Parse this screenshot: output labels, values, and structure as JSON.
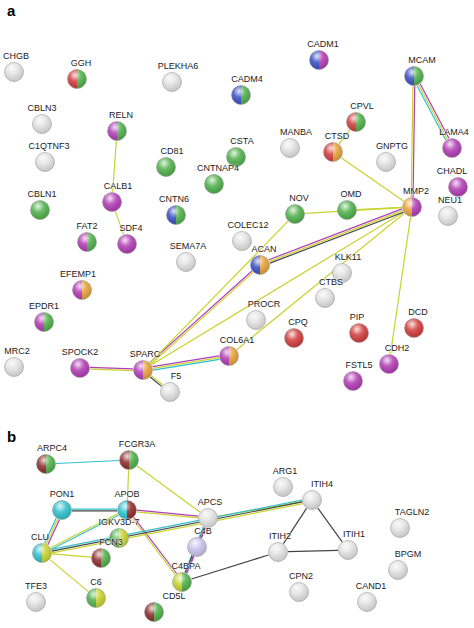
{
  "diagram": {
    "nodes": [
      {
        "text": [
          "CHGB"
        ]
      },
      {
        "text": [
          "GGH"
        ]
      },
      {
        "text": [
          "PLEKHA6"
        ]
      },
      {
        "text": [
          "CADM4"
        ]
      },
      {
        "text": [
          "CADM1"
        ]
      },
      {
        "text": [
          "MCAM"
        ]
      },
      {
        "text": [
          "CBLN3"
        ]
      },
      {
        "text": [
          "C1QTNF3"
        ]
      },
      {
        "text": [
          "RELN"
        ]
      },
      {
        "text": [
          "CD81"
        ]
      },
      {
        "text": [
          "MANBA"
        ]
      },
      {
        "text": [
          "CPVL"
        ]
      },
      {
        "text": [
          "GNPTG"
        ]
      },
      {
        "text": [
          "CTSD"
        ]
      },
      {
        "text": [
          "CSTA"
        ]
      },
      {
        "text": [
          "CBLN1"
        ]
      },
      {
        "text": [
          "CNTNAP4"
        ]
      },
      {
        "text": [
          "LAMA4"
        ]
      },
      {
        "text": [
          "CALB1"
        ]
      },
      {
        "text": [
          "NOV"
        ]
      },
      {
        "text": [
          "OMD"
        ]
      },
      {
        "text": [
          "MMP2"
        ]
      },
      {
        "text": [
          "CHADL"
        ]
      },
      {
        "text": [
          "NEU1"
        ]
      },
      {
        "text": [
          "FAT2"
        ]
      },
      {
        "text": [
          "CNTN6"
        ]
      },
      {
        "text": [
          "COLEC12"
        ]
      },
      {
        "text": [
          "ACAN"
        ]
      },
      {
        "text": [
          "SEMA7A"
        ]
      },
      {
        "text": [
          "KLK11"
        ]
      },
      {
        "text": [
          "EFEMP1"
        ]
      },
      {
        "text": [
          "SDF4"
        ]
      },
      {
        "text": [
          "CTBS"
        ]
      },
      {
        "text": [
          "EPDR1"
        ]
      },
      {
        "text": [
          "PROCR"
        ]
      },
      {
        "text": [
          "CPQ"
        ]
      },
      {
        "text": [
          "PIP"
        ]
      },
      {
        "text": [
          "DCD"
        ]
      },
      {
        "text": [
          "COL6A1"
        ]
      },
      {
        "text": [
          "MRC2"
        ]
      },
      {
        "text": [
          "SPOCK2"
        ]
      },
      {
        "text": [
          "SPARC"
        ]
      },
      {
        "text": [
          "F5"
        ]
      },
      {
        "text": [
          "CDH2"
        ]
      },
      {
        "text": [
          "FSTL5"
        ]
      },
      {
        "text": [
          "ARPC4"
        ]
      },
      {
        "text": [
          "FCGR3A"
        ]
      },
      {
        "text": [
          "ARG1"
        ]
      },
      {
        "text": [
          "PON1"
        ]
      },
      {
        "text": [
          "APOB"
        ]
      },
      {
        "text": [
          "APCS"
        ]
      },
      {
        "text": [
          "ITIH4"
        ]
      },
      {
        "text": [
          "IGKV3D-7"
        ]
      },
      {
        "text": [
          "TAGLN2"
        ]
      },
      {
        "text": [
          "CLU"
        ]
      },
      {
        "text": [
          "FCN3"
        ]
      },
      {
        "text": [
          "C4B"
        ]
      },
      {
        "text": [
          "ITIH2"
        ]
      },
      {
        "text": [
          "ITIH1"
        ]
      },
      {
        "text": [
          "BPGM"
        ]
      },
      {
        "text": [
          "TFE3"
        ]
      },
      {
        "text": [
          "C6"
        ]
      },
      {
        "text": [
          "C4BPA"
        ]
      },
      {
        "text": [
          "CD5L"
        ]
      },
      {
        "text": [
          "CPN2"
        ]
      },
      {
        "text": [
          "CAND1"
        ]
      }
    ],
    "edges": [
      {
        "from": 8,
        "to": 18,
        "arrow": "none"
      },
      {
        "from": 18,
        "to": 31,
        "arrow": "none"
      },
      {
        "from": 40,
        "to": 41,
        "arrow": "none"
      },
      {
        "from": 41,
        "to": 42,
        "arrow": "none"
      },
      {
        "from": 41,
        "to": 38,
        "arrow": "none"
      },
      {
        "from": 41,
        "to": 27,
        "arrow": "none"
      },
      {
        "from": 41,
        "to": 19,
        "arrow": "none"
      },
      {
        "from": 41,
        "to": 21,
        "arrow": "none"
      },
      {
        "from": 38,
        "to": 21,
        "arrow": "none"
      },
      {
        "from": 27,
        "to": 21,
        "arrow": "none"
      },
      {
        "from": 19,
        "to": 21,
        "arrow": "none"
      },
      {
        "from": 20,
        "to": 21,
        "arrow": "none"
      },
      {
        "from": 13,
        "to": 21,
        "arrow": "none"
      },
      {
        "from": 11,
        "to": 13,
        "arrow": "none"
      },
      {
        "from": 5,
        "to": 21,
        "arrow": "none"
      },
      {
        "from": 5,
        "to": 17,
        "arrow": "none"
      },
      {
        "from": 21,
        "to": 43,
        "arrow": "none"
      },
      {
        "from": 45,
        "to": 46,
        "arrow": "none"
      },
      {
        "from": 46,
        "to": 49,
        "arrow": "none"
      },
      {
        "from": 46,
        "to": 50,
        "arrow": "none"
      },
      {
        "from": 48,
        "to": 49,
        "arrow": "none"
      },
      {
        "from": 48,
        "to": 54,
        "arrow": "none"
      },
      {
        "from": 49,
        "to": 54,
        "arrow": "none"
      },
      {
        "from": 49,
        "to": 50,
        "arrow": "none"
      },
      {
        "from": 49,
        "to": 62,
        "arrow": "none"
      },
      {
        "from": 50,
        "to": 56,
        "arrow": "none"
      },
      {
        "from": 50,
        "to": 62,
        "arrow": "none"
      },
      {
        "from": 50,
        "to": 51,
        "arrow": "none"
      },
      {
        "from": 54,
        "to": 51,
        "arrow": "none"
      },
      {
        "from": 54,
        "to": 61,
        "arrow": "none"
      },
      {
        "from": 54,
        "to": 55,
        "arrow": "none"
      },
      {
        "from": 56,
        "to": 62,
        "arrow": "none"
      },
      {
        "from": 51,
        "to": 57,
        "arrow": "none"
      },
      {
        "from": 51,
        "to": 58,
        "arrow": "none"
      },
      {
        "from": 57,
        "to": 58,
        "arrow": "none"
      },
      {
        "from": 57,
        "to": 62,
        "arrow": "none"
      }
    ],
    "labels": [
      "a",
      "b"
    ]
  }
}
